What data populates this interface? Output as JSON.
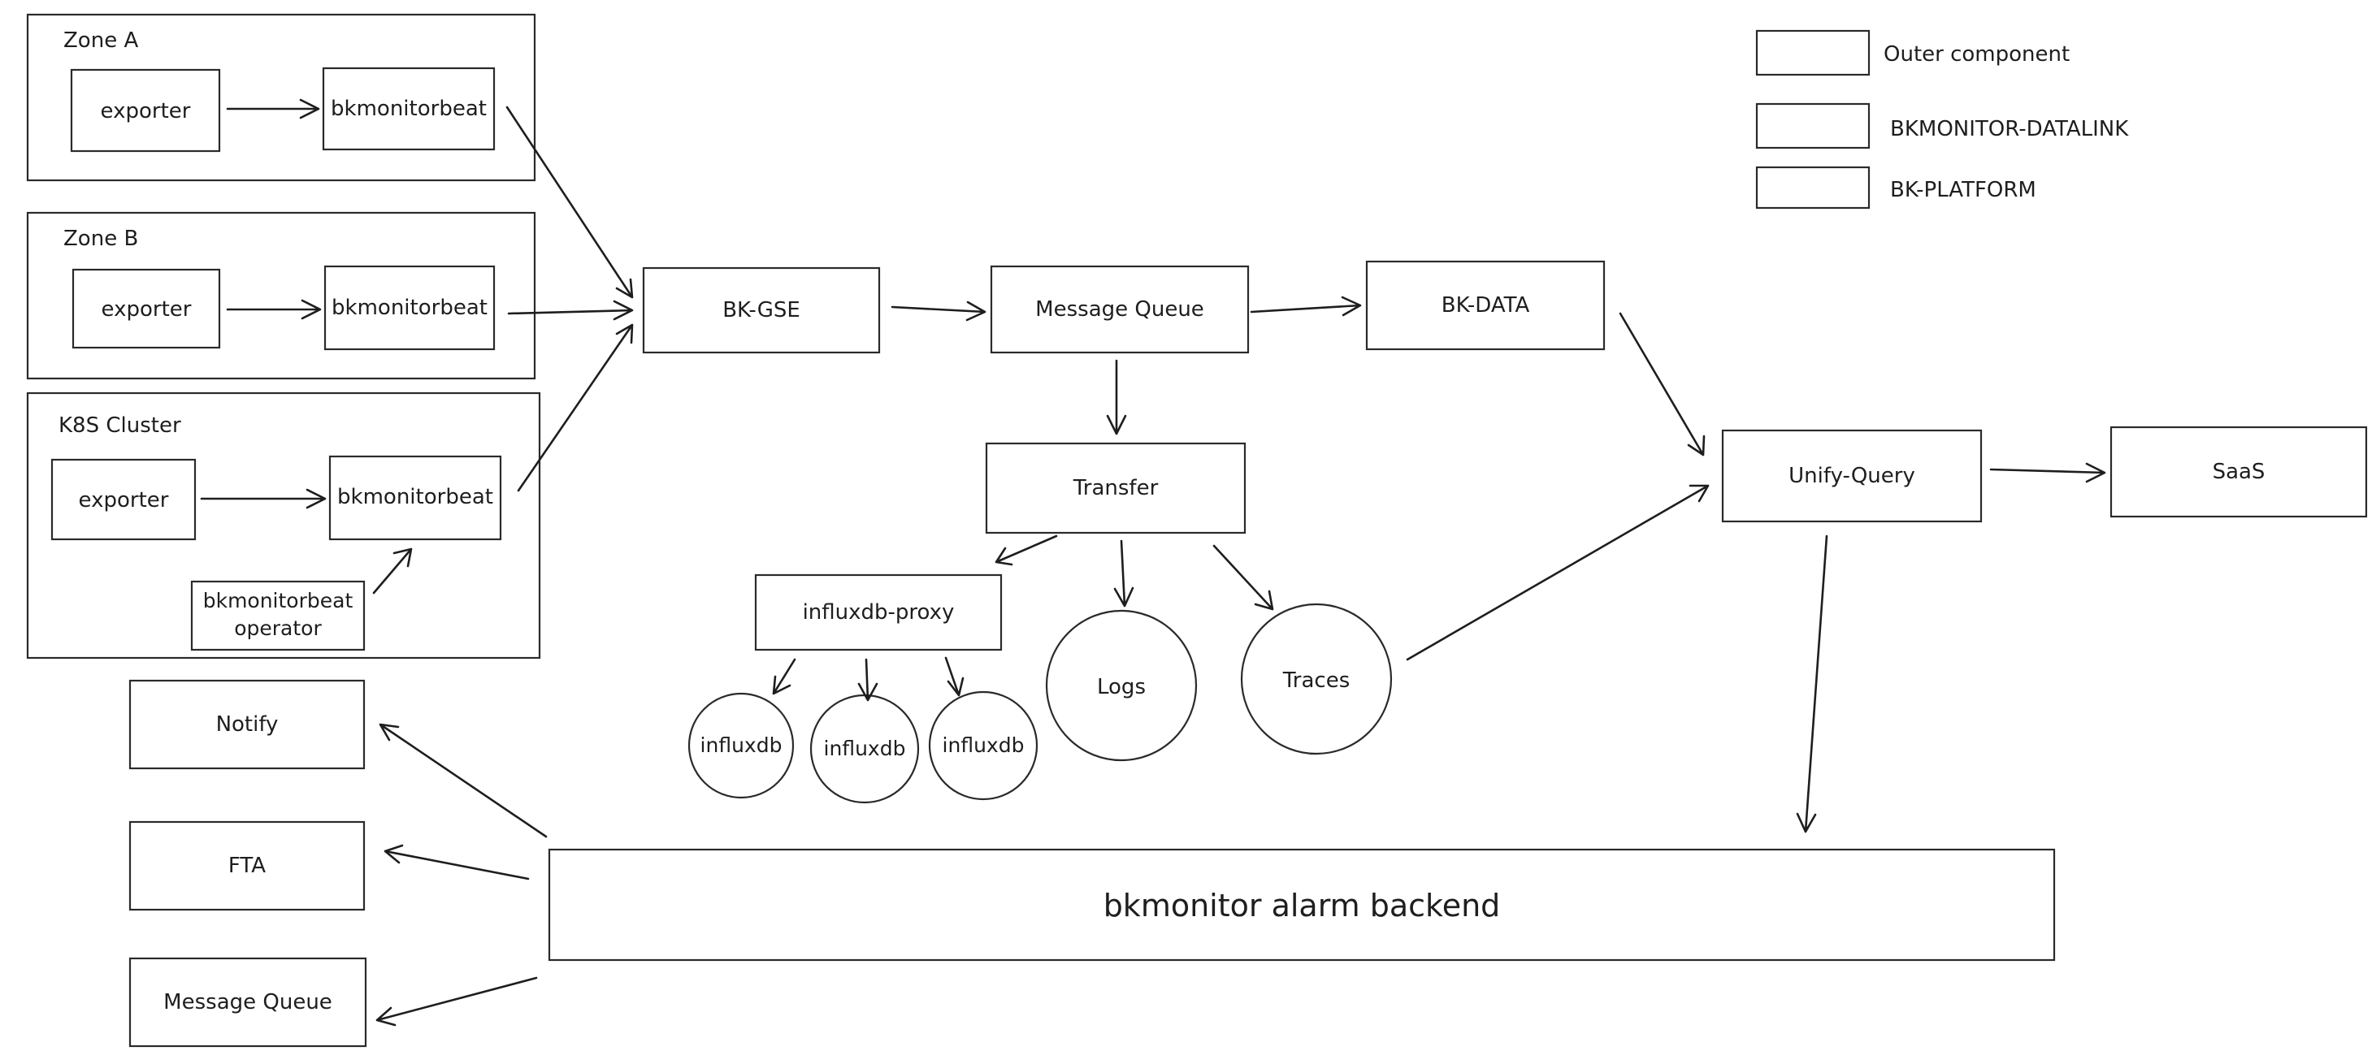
{
  "legend": {
    "outer": "Outer component",
    "datalink": "BKMONITOR-DATALINK",
    "platform": "BK-PLATFORM"
  },
  "colors": {
    "outer": "#adb5bd",
    "datalink": "#12b5b5",
    "platform": "#e8556f",
    "stroke": "#1e1e1e"
  },
  "zones": {
    "zone_a": "Zone A",
    "zone_b": "Zone B",
    "k8s": "K8S Cluster"
  },
  "nodes": {
    "exporter_a": "exporter",
    "bkmonitorbeat_a": "bkmonitorbeat",
    "exporter_b": "exporter",
    "bkmonitorbeat_b": "bkmonitorbeat",
    "exporter_k8s": "exporter",
    "bkmonitorbeat_k8s": "bkmonitorbeat",
    "operator_line1": "bkmonitorbeat",
    "operator_line2": "operator",
    "bk_gse": "BK-GSE",
    "message_queue": "Message Queue",
    "bk_data": "BK-DATA",
    "transfer": "Transfer",
    "influxdb_proxy": "influxdb-proxy",
    "influxdb_1": "influxdb",
    "influxdb_2": "influxdb",
    "influxdb_3": "influxdb",
    "logs": "Logs",
    "traces": "Traces",
    "unify_query": "Unify-Query",
    "saas": "SaaS",
    "notify": "Notify",
    "fta": "FTA",
    "message_queue_out": "Message Queue",
    "alarm_backend": "bkmonitor alarm backend"
  }
}
